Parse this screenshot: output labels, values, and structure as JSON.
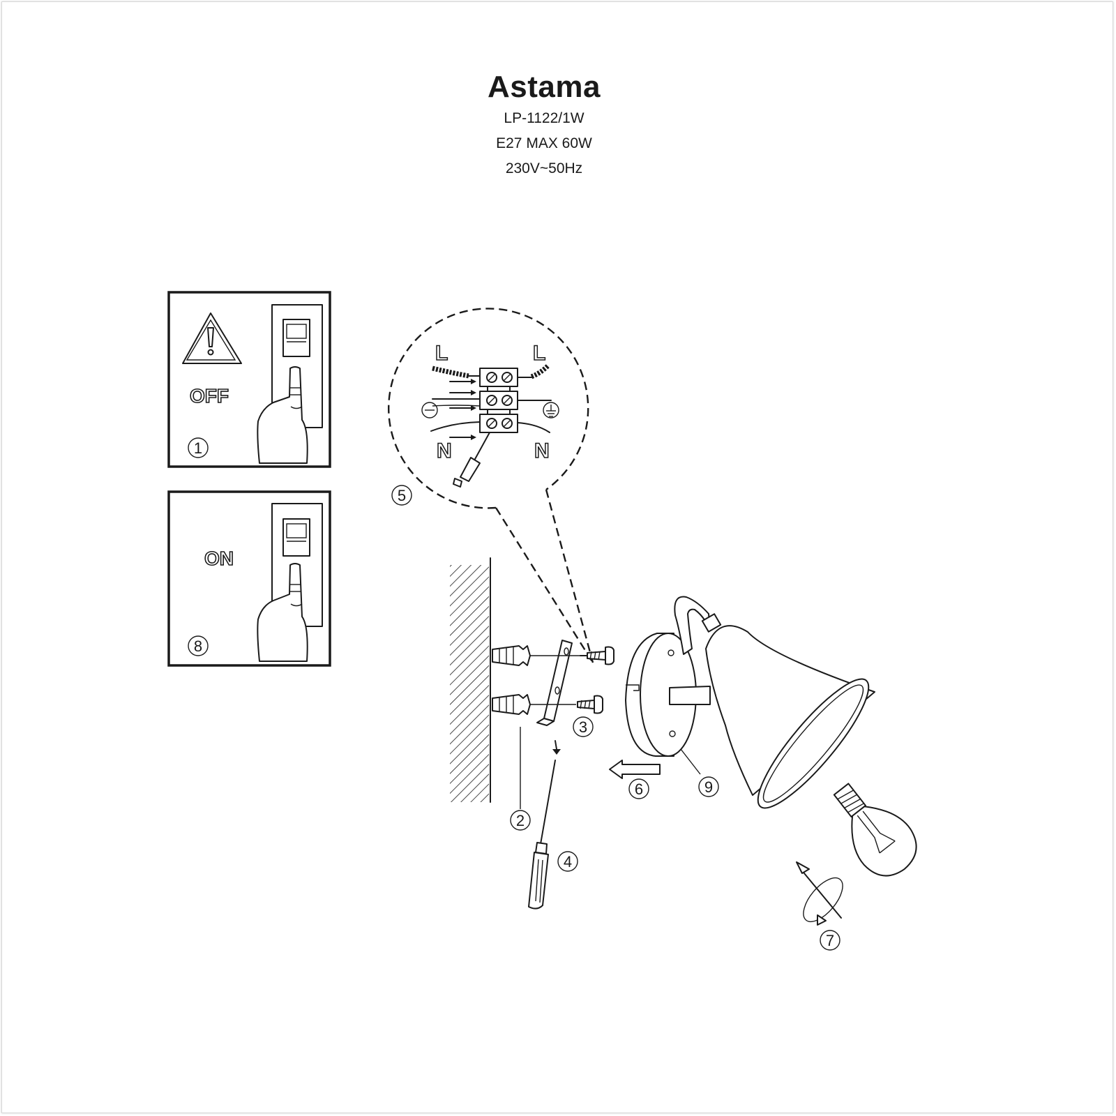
{
  "product": {
    "brand": "Astama",
    "model": "LP-1122/1W",
    "bulb_spec": "E27 MAX 60W",
    "power_spec": "230V~50Hz"
  },
  "panels": {
    "power_off": {
      "label": "OFF",
      "step": "1"
    },
    "power_on": {
      "label": "ON",
      "step": "8"
    }
  },
  "wiring": {
    "left_top": "L",
    "right_top": "L",
    "left_bottom": "N",
    "right_bottom": "N"
  },
  "steps": {
    "wall_plug": "2",
    "screws": "3",
    "screwdriver": "4",
    "wiring": "5",
    "mount": "6",
    "bulb": "7",
    "lamp": "9"
  }
}
